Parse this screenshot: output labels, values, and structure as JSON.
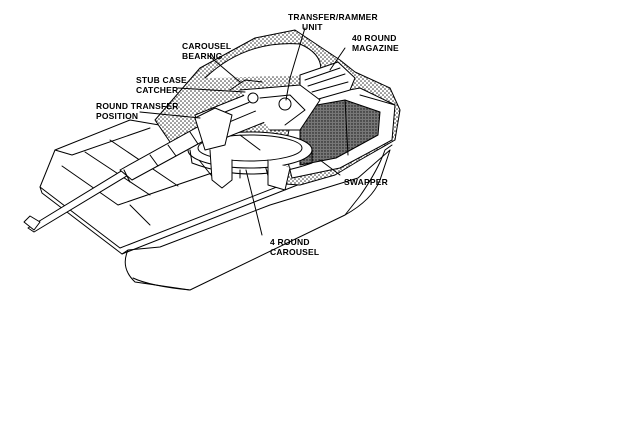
{
  "labels": {
    "transfer_rammer": [
      "TRANSFER/RAMMER",
      "UNIT"
    ],
    "magazine": [
      "40 ROUND",
      "MAGAZINE"
    ],
    "carousel_bearing": [
      "CAROUSEL",
      "BEARING"
    ],
    "stub_case": [
      "STUB CASE",
      "CATCHER"
    ],
    "round_transfer": [
      "ROUND TRANSFER",
      "POSITION"
    ],
    "swapper": [
      "SWAPPER"
    ],
    "carousel": [
      "4 ROUND",
      "CAROUSEL"
    ]
  },
  "colors": {
    "ink": "#000000",
    "background": "#ffffff",
    "stipple": "#7a7a7a"
  }
}
